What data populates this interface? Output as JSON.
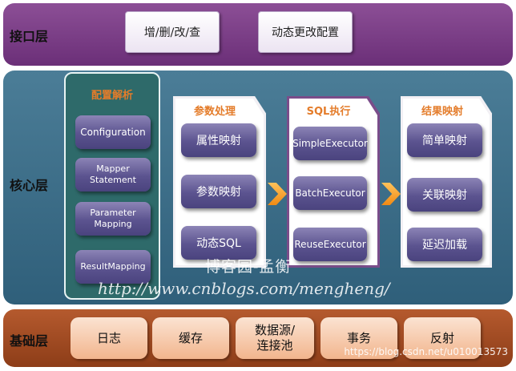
{
  "interface_layer": {
    "title": "接口层",
    "items": [
      "增/删/改/查",
      "动态更改配置"
    ]
  },
  "core_layer": {
    "title": "核心层",
    "config_panel": {
      "title": "配置解析",
      "items": [
        "Configuration",
        "Mapper\nStatement",
        "Parameter\nMapping",
        "ResultMapping"
      ]
    },
    "param_panel": {
      "title": "参数处理",
      "items": [
        "属性映射",
        "参数映射",
        "动态SQL"
      ]
    },
    "sql_panel": {
      "title": "SQL执行",
      "items": [
        "SimpleExecutor",
        "BatchExecutor",
        "ReuseExecutor"
      ]
    },
    "result_panel": {
      "title": "结果映射",
      "items": [
        "简单映射",
        "关联映射",
        "延迟加载"
      ]
    }
  },
  "base_layer": {
    "title": "基础层",
    "items": [
      "日志",
      "缓存",
      "数据源/\n连接池",
      "事务",
      "反射"
    ]
  },
  "watermarks": {
    "cn": "博客园-孟衡",
    "url": "http://www.cnblogs.com/mengheng/",
    "csdn": "https://blog.csdn.net/u010013573"
  },
  "colors": {
    "interface": "#7a3d87",
    "core": "#3d6d88",
    "base": "#a04a22",
    "config_panel": "#2e6a6a",
    "box": "#5b538f",
    "arrow": "#f08a14",
    "panel_title": "#e47c2a"
  }
}
